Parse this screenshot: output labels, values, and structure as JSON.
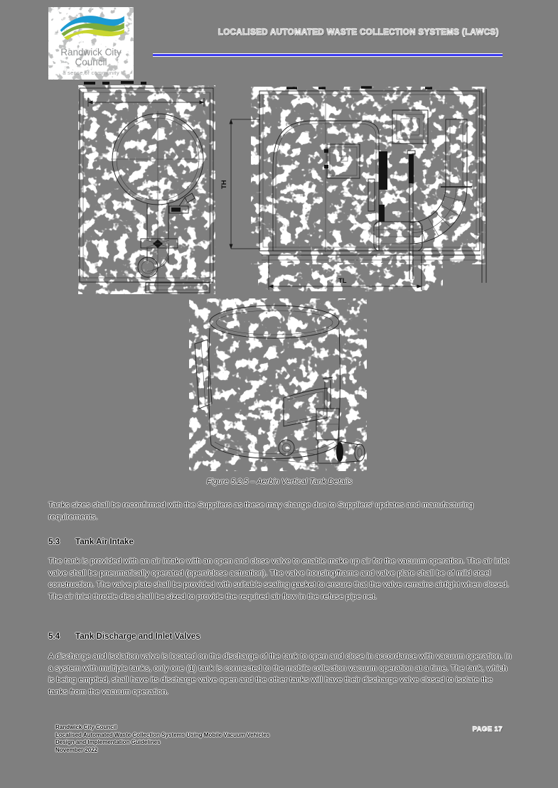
{
  "header": {
    "title": "LOCALISED AUTOMATED WASTE COLLECTION SYSTEMS (LAWCS)",
    "rule_color": "#3b3bee",
    "logo": {
      "name": "Randwick City Council logo",
      "line1": "Randwick City",
      "line2": "Council",
      "tagline": "a sense of community",
      "wave_colors": [
        "#1b9ad2",
        "#7cab3d",
        "#c9d62f"
      ]
    }
  },
  "figure": {
    "caption": "Figure 5.2.5 – Aerbin Vertical Tank Details",
    "drawings": [
      {
        "name": "tank-front-view"
      },
      {
        "name": "tank-side-view",
        "dim_height_label": "TH",
        "dim_length_label": "TL"
      },
      {
        "name": "tank-isometric-view"
      }
    ]
  },
  "content": {
    "intro": "Tanks sizes shall be reconfirmed with the Suppliers as these may change due to Suppliers' updates and manufacturing requirements.",
    "sections": [
      {
        "number": "5.3",
        "title": "Tank Air Intake",
        "body": "The tank is provided with an air intake with an open and close valve to enable make up air for the vacuum operation. The air inlet valve shall be pneumatically operated (open/close actuation).  The valve housing/frame and valve plate shall be of mild steel construction. The valve plate shall be provided with suitable sealing gasket to ensure that the valve remains airtight when closed. The air inlet throttle disc shall be sized to provide the required air flow in the refuse pipe net."
      },
      {
        "number": "5.4",
        "title": "Tank Discharge and Inlet Valves",
        "body": "A discharge and isolation valve is located on the discharge of the tank to open and close in accordance with vacuum operation. In a system with multiple tanks, only one (1) tank is connected to the mobile collection vacuum operation at a time. The tank, which is being emptied, shall have its discharge valve open and the other tanks will have their discharge valve closed to isolate the tanks from the vacuum operation."
      }
    ]
  },
  "footer": {
    "lines": [
      "Randwick City Council",
      "Localised Automated Waste Collection Systems Using Mobile Vacuum Vehicles",
      "Design and Implementation Guidelines",
      "November 2022"
    ],
    "page_label": "PAGE 17"
  }
}
